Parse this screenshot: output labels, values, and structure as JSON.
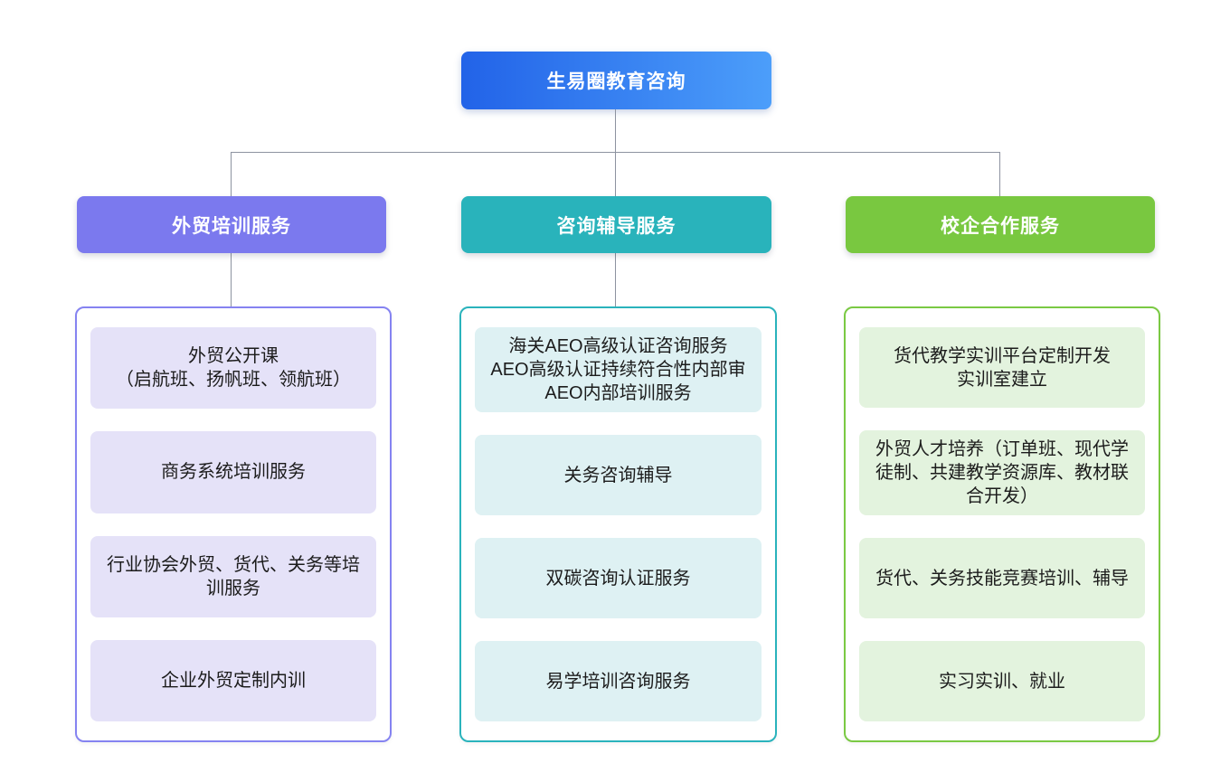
{
  "page": {
    "background": "#ffffff",
    "connector_color": "#8d93a0"
  },
  "root": {
    "label": "生易圈教育咨询",
    "gradient_from": "#2263e8",
    "gradient_to": "#4c9efa",
    "text_color": "#ffffff"
  },
  "branches": [
    {
      "label": "外贸培训服务",
      "header_color": "#7b79ee",
      "border_color": "#8583f1",
      "item_bg": "#e5e2f8",
      "items": [
        "外贸公开课\n（启航班、扬帆班、领航班）",
        "商务系统培训服务",
        "行业协会外贸、货代、关务等培\n训服务",
        "企业外贸定制内训"
      ]
    },
    {
      "label": "咨询辅导服务",
      "header_color": "#29b3bb",
      "border_color": "#2ab3bc",
      "item_bg": "#def1f3",
      "items": [
        "海关AEO高级认证咨询服务\nAEO高级认证持续符合性内部审\nAEO内部培训服务",
        "关务咨询辅导",
        "双碳咨询认证服务",
        "易学培训咨询服务"
      ]
    },
    {
      "label": "校企合作服务",
      "header_color": "#79c840",
      "border_color": "#7ac943",
      "item_bg": "#e3f3de",
      "items": [
        "货代教学实训平台定制开发\n实训室建立",
        "外贸人才培养（订单班、现代学\n徒制、共建教学资源库、教材联\n合开发）",
        "货代、关务技能竞赛培训、辅导",
        "实习实训、就业"
      ]
    }
  ]
}
